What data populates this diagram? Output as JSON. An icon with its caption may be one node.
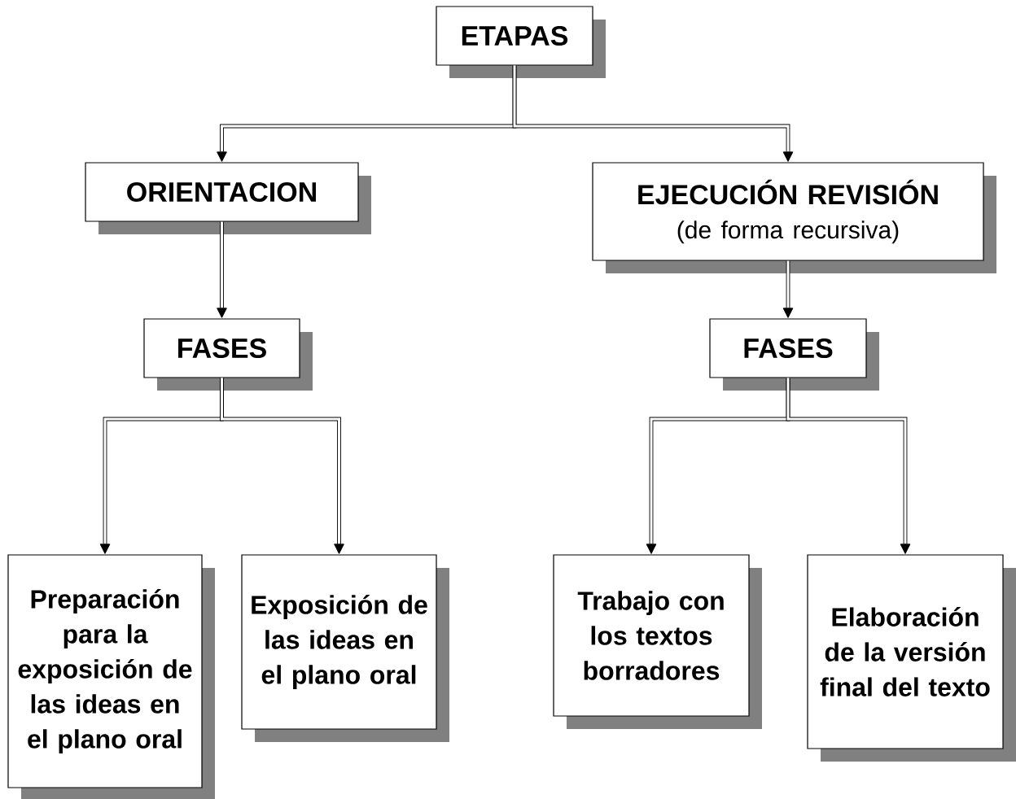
{
  "diagram": {
    "nodes": [
      {
        "text": [
          "ETAPAS"
        ]
      },
      {
        "text": [
          "ORIENTACION"
        ]
      },
      {
        "text": [
          "EJECUCIÓN REVISIÓN",
          "(de forma recursiva)"
        ]
      },
      {
        "text": [
          "FASES"
        ]
      },
      {
        "text": [
          "FASES"
        ]
      },
      {
        "text": [
          "Preparación para la exposición de las ideas en el plano oral"
        ]
      },
      {
        "text": [
          "Exposición de las ideas en el plano oral"
        ]
      },
      {
        "text": [
          "Trabajo con los textos borradores"
        ]
      },
      {
        "text": [
          "Elaboración de la versión final del texto"
        ]
      }
    ],
    "edges": [
      {
        "from": 0,
        "to": 1,
        "arrow": "to"
      },
      {
        "from": 0,
        "to": 2,
        "arrow": "to"
      },
      {
        "from": 1,
        "to": 3,
        "arrow": "to"
      },
      {
        "from": 2,
        "to": 4,
        "arrow": "to"
      },
      {
        "from": 3,
        "to": 5,
        "arrow": "to"
      },
      {
        "from": 3,
        "to": 6,
        "arrow": "to"
      },
      {
        "from": 4,
        "to": 7,
        "arrow": "to"
      },
      {
        "from": 4,
        "to": 8,
        "arrow": "to"
      }
    ]
  }
}
